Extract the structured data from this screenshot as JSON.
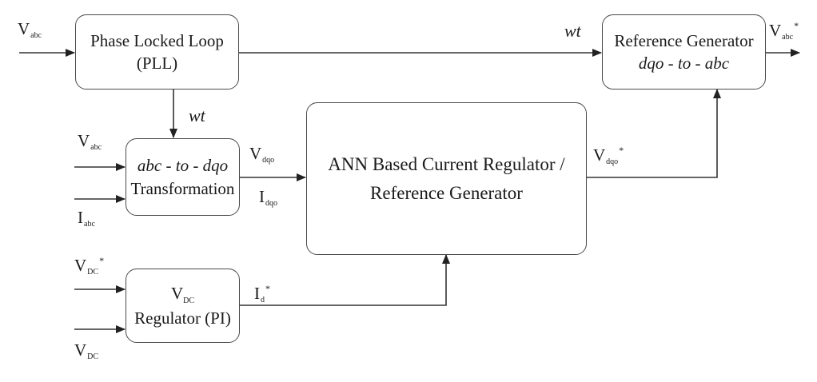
{
  "blocks": {
    "pll": {
      "line1": "Phase Locked Loop",
      "line2": "(PLL)"
    },
    "ref_gen": {
      "line1": "Reference Generator",
      "line2": "dqo - to - abc"
    },
    "transform": {
      "line1": "abc - to - dqo",
      "line2": "Transformation"
    },
    "ann": {
      "line1": "ANN Based Current Regulator /",
      "line2": "Reference Generator"
    },
    "vdc_reg": {
      "line1": "V",
      "line1_sub": "DC",
      "line2": "Regulator (PI)"
    }
  },
  "signals": {
    "v_abc_in": {
      "main": "V",
      "sub": "abc"
    },
    "v_abc_out": {
      "main": "V",
      "sub": "abc",
      "sup": "*"
    },
    "wt_top": "wt",
    "wt_pll": "wt",
    "v_abc_tr": {
      "main": "V",
      "sub": "abc"
    },
    "i_abc": {
      "main": "I",
      "sub": "abc"
    },
    "v_dqo": {
      "main": "V",
      "sub": "dqo"
    },
    "i_dqo": {
      "main": "I",
      "sub": "dqo"
    },
    "v_dqo_star": {
      "main": "V",
      "sub": "dqo",
      "sup": "*"
    },
    "v_dc_star": {
      "main": "V",
      "sub": "DC",
      "sup": "*"
    },
    "v_dc": {
      "main": "V",
      "sub": "DC"
    },
    "i_d_star": {
      "main": "I",
      "sub": "d",
      "sup": "*"
    }
  }
}
